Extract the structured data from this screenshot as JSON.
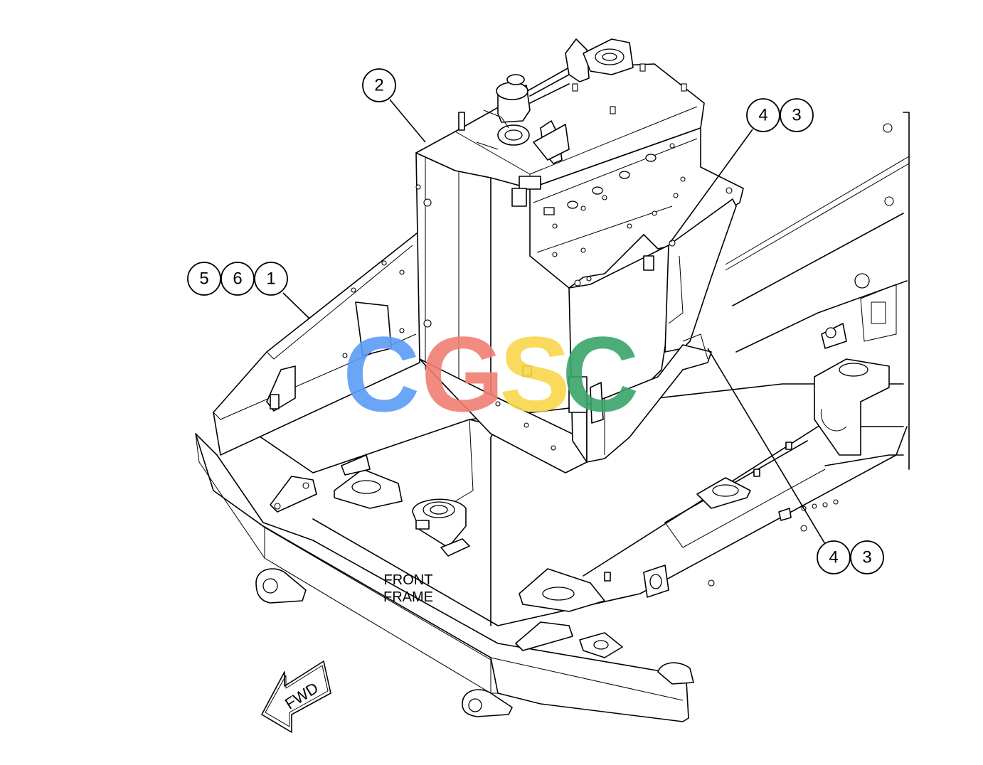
{
  "callouts": {
    "c2": "2",
    "c4a": "4",
    "c3a": "3",
    "c5": "5",
    "c6": "6",
    "c1": "1",
    "c4b": "4",
    "c3b": "3"
  },
  "labels": {
    "front_frame_line1": "FRONT",
    "front_frame_line2": "FRAME",
    "fwd": "FWD"
  },
  "watermark": {
    "text": "CGSC",
    "colors": {
      "c1": "#5b9cf4",
      "g": "#f07f73",
      "s": "#f9d74c",
      "c2": "#3aa56b"
    }
  }
}
